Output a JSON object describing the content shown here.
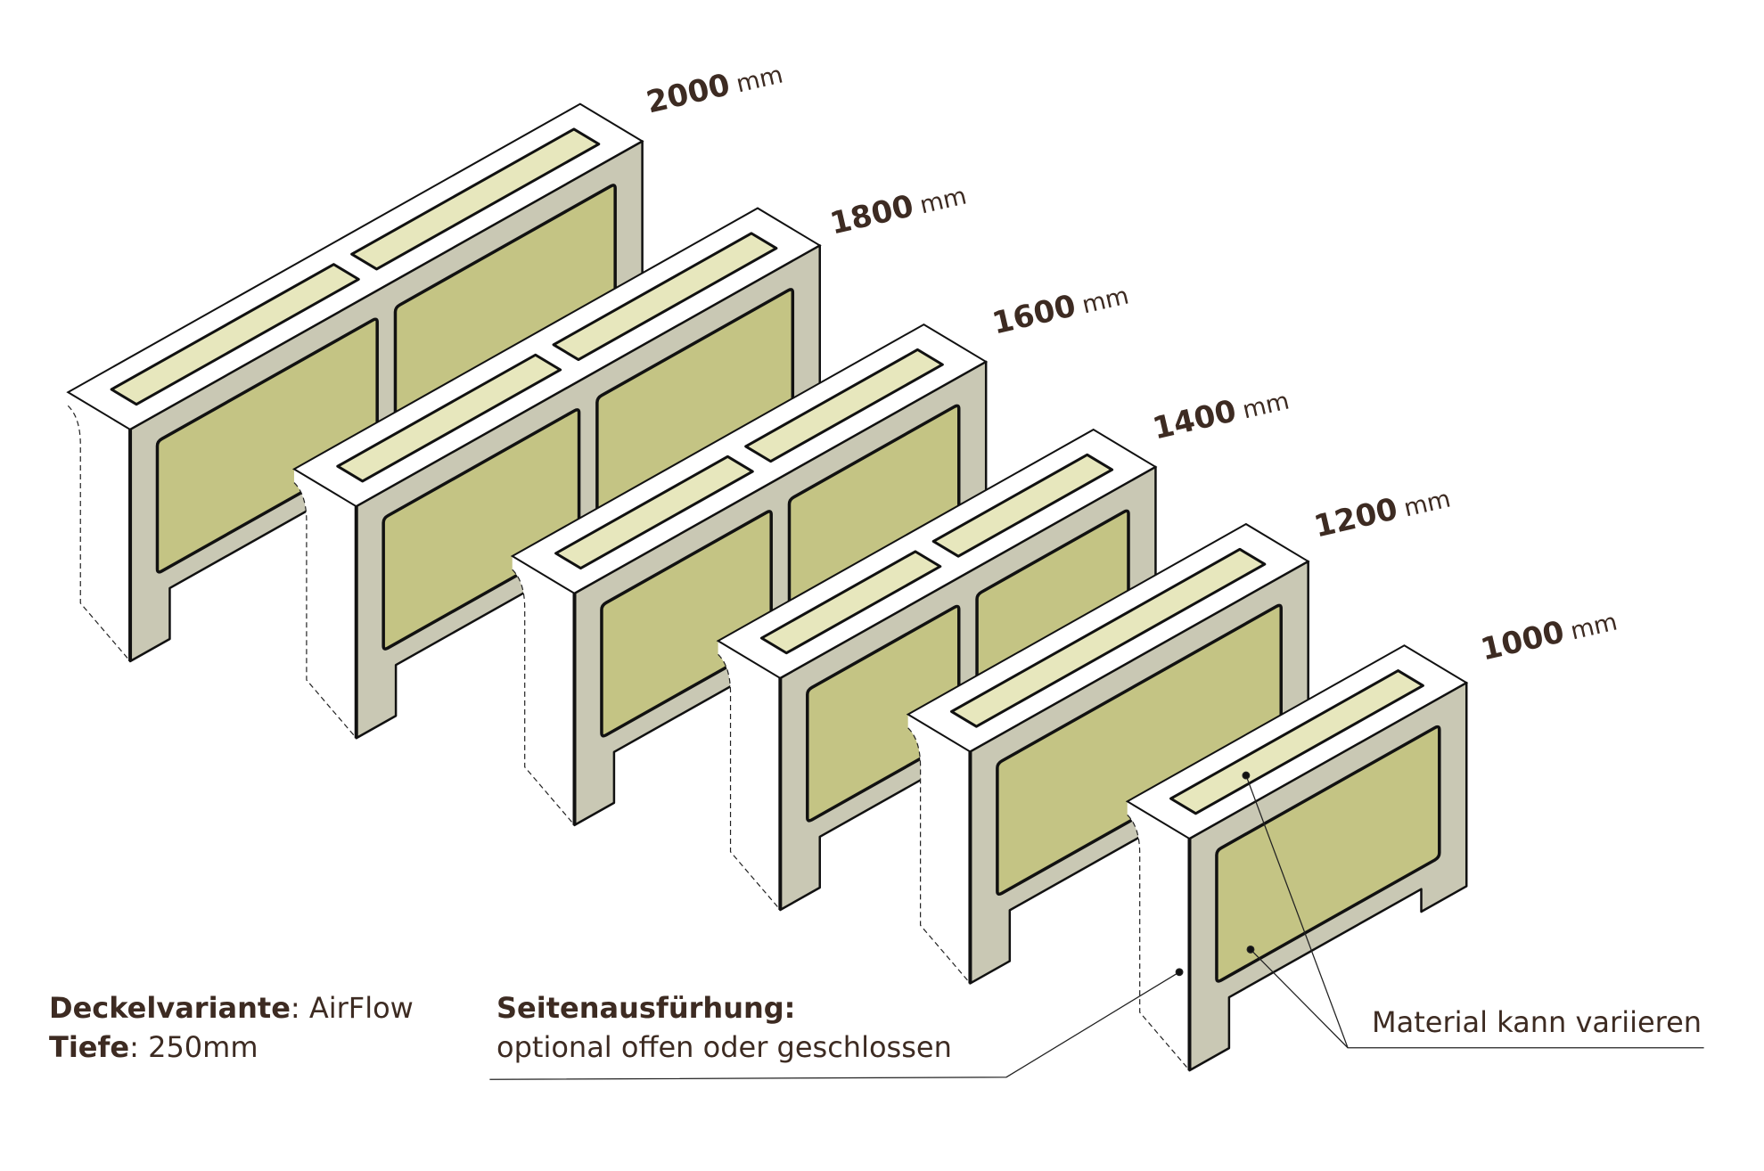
{
  "cabinets": [
    {
      "size": "2000",
      "unit": "mm"
    },
    {
      "size": "1800",
      "unit": "mm"
    },
    {
      "size": "1600",
      "unit": "mm"
    },
    {
      "size": "1400",
      "unit": "mm"
    },
    {
      "size": "1200",
      "unit": "mm"
    },
    {
      "size": "1000",
      "unit": "mm"
    }
  ],
  "specs": {
    "lid_label": "Deckelvariante",
    "lid_value": ": AirFlow",
    "depth_label": "Tiefe",
    "depth_value": ": 250mm"
  },
  "side_note": {
    "title": "Seitenausfürhung:",
    "text": "optional offen oder geschlossen"
  },
  "material_note": "Material kann variieren",
  "colors": {
    "frame": "#c9c8b4",
    "panel": "#c4c484",
    "opening": "#e7e7bd",
    "outline": "#111111",
    "text": "#3d2b22"
  }
}
